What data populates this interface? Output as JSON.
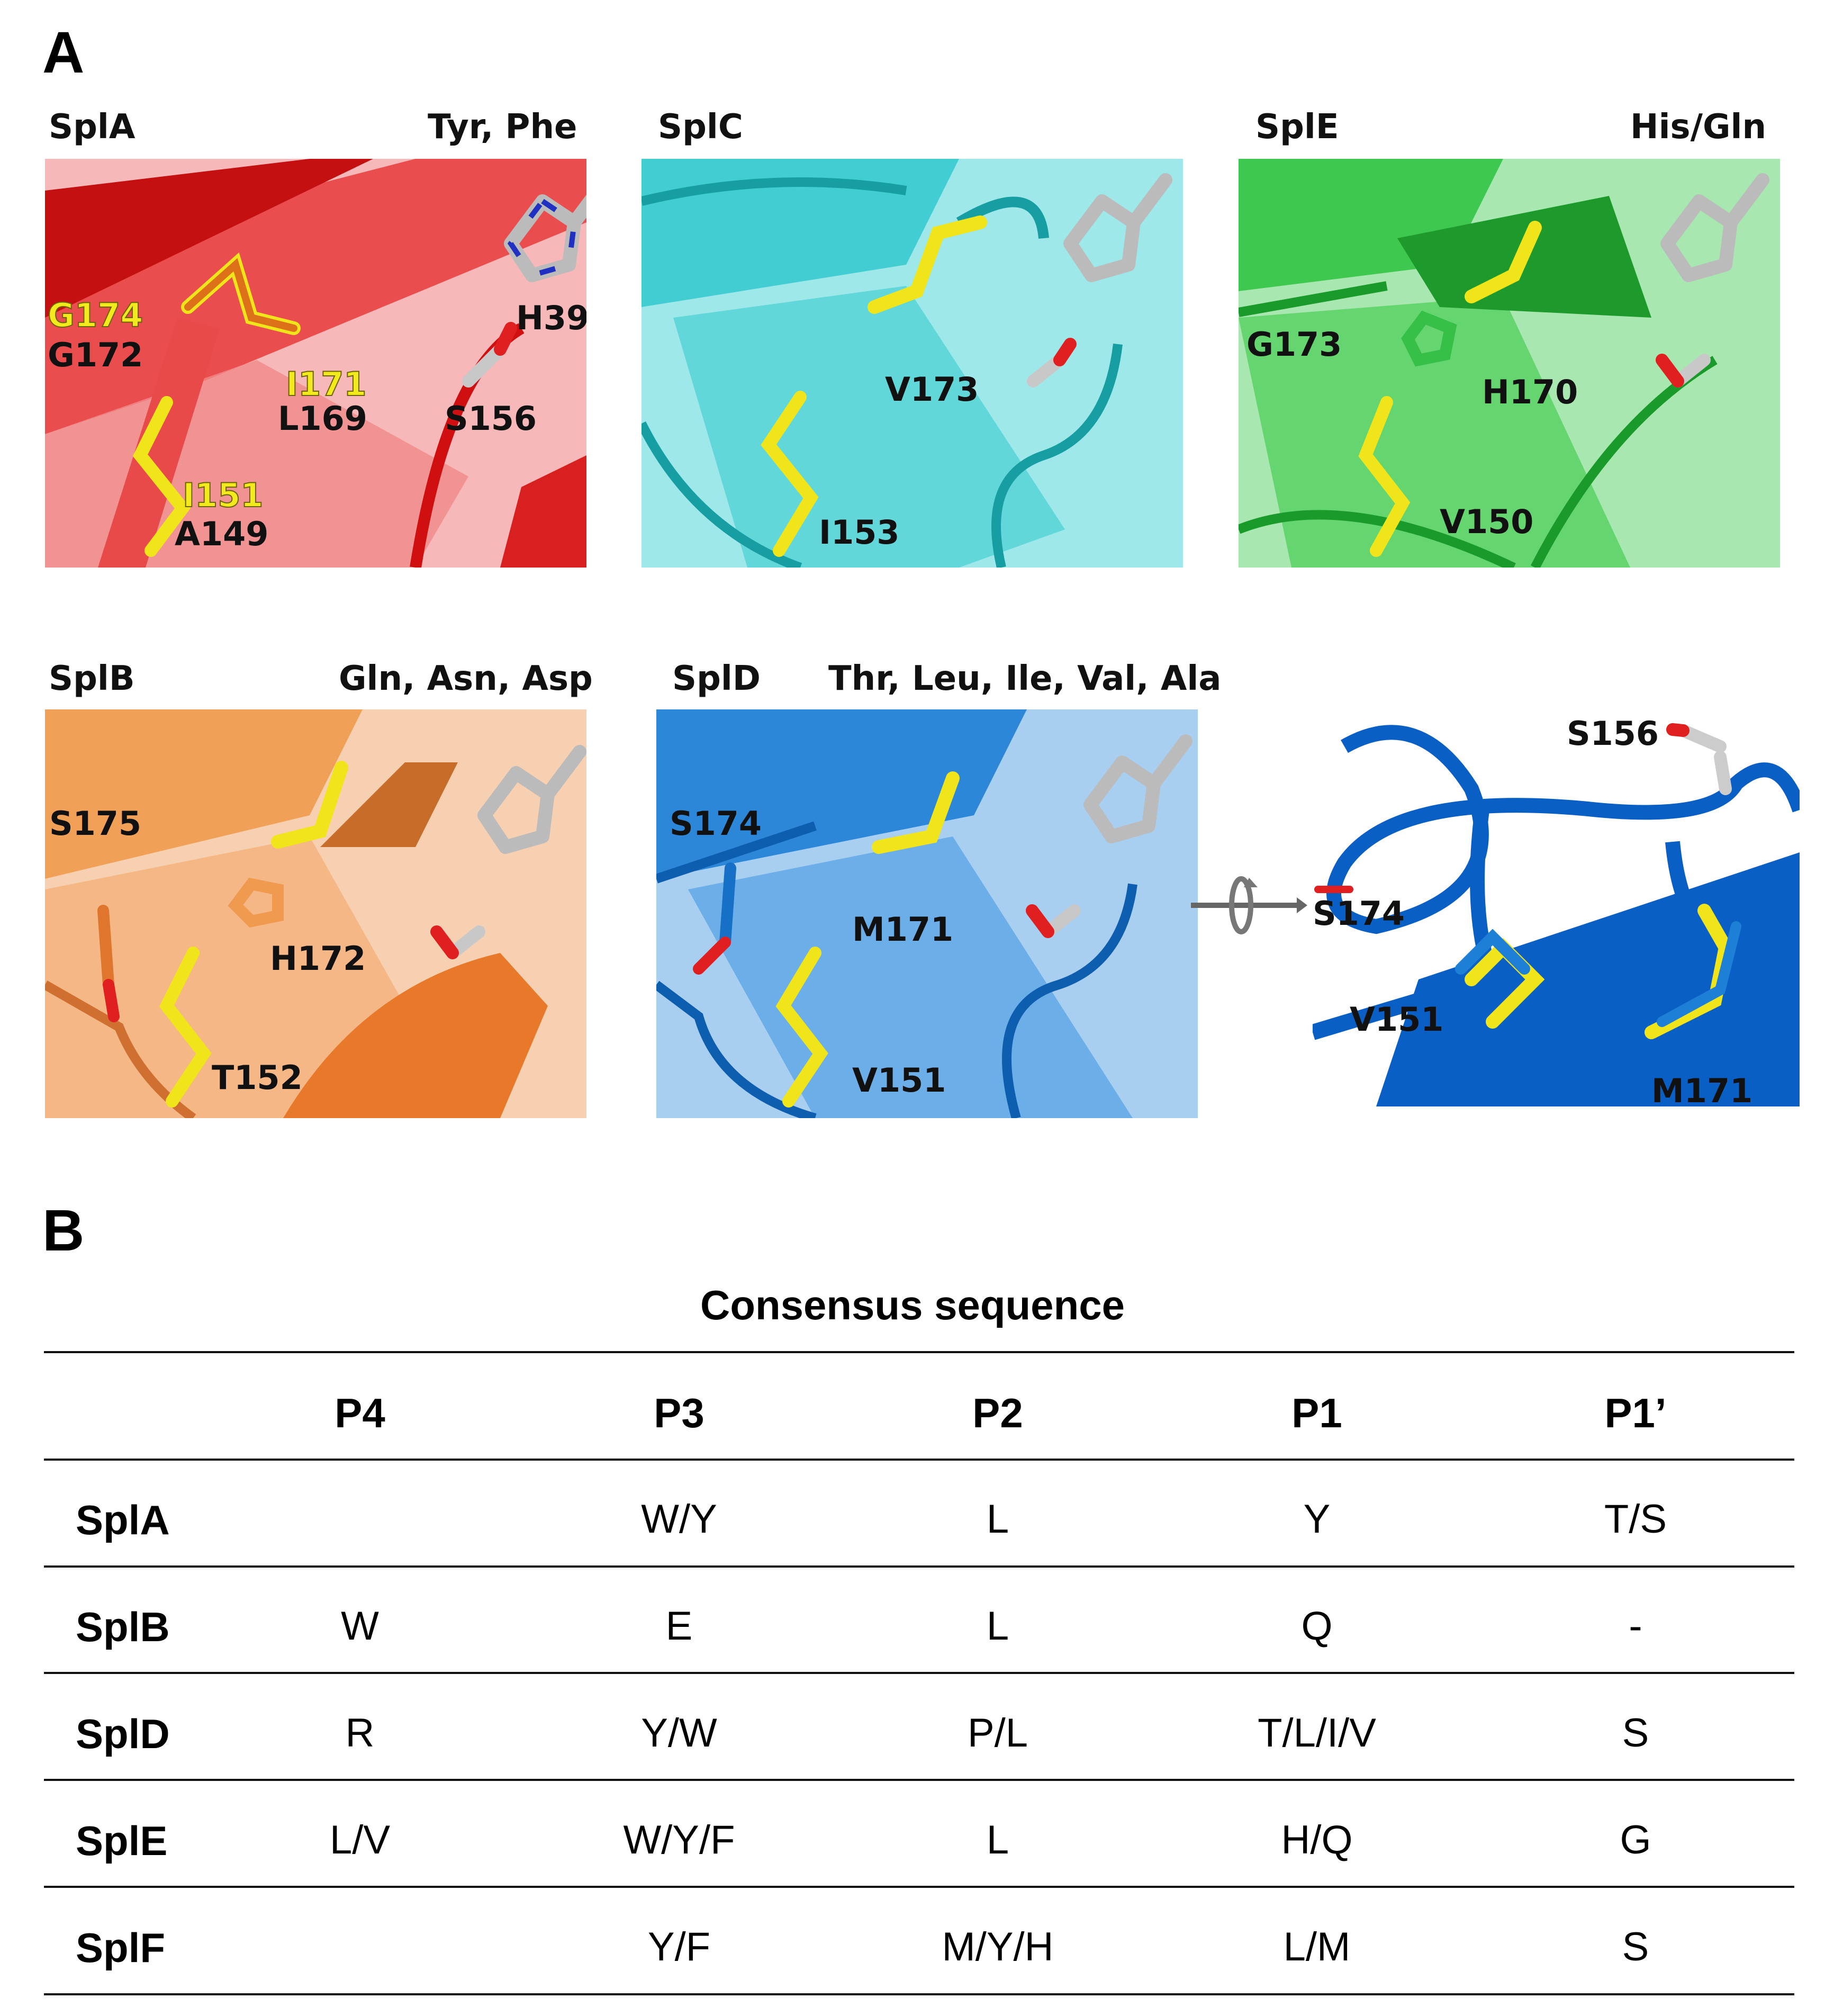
{
  "panel_a": {
    "letter": "A",
    "panels": [
      {
        "name": "SplA",
        "specificity": "Tyr, Phe",
        "residues": [
          "G172",
          "L169",
          "S156",
          "A149",
          "H39"
        ],
        "mutant_residues": [
          "G174",
          "I171",
          "I151"
        ],
        "color": "#e8282b"
      },
      {
        "name": "SplC",
        "specificity": "",
        "residues": [
          "V173",
          "I153"
        ],
        "color": "#1fc4c8"
      },
      {
        "name": "SplE",
        "specificity": "His/Gln",
        "residues": [
          "G173",
          "H170",
          "V150"
        ],
        "color": "#22b83c"
      },
      {
        "name": "SplB",
        "specificity": "Gln, Asn, Asp",
        "residues": [
          "S175",
          "H172",
          "T152"
        ],
        "color": "#f08a38"
      },
      {
        "name": "SplD",
        "specificity": "Thr, Leu, Ile, Val, Ala",
        "residues": [
          "S174",
          "M171",
          "V151"
        ],
        "color": "#1e7fd6"
      },
      {
        "name": "",
        "specificity": "",
        "residues": [
          "S156",
          "S174",
          "V151",
          "M171"
        ],
        "color": "#0a5fc4"
      }
    ]
  },
  "panel_b": {
    "letter": "B",
    "title": "Consensus sequence",
    "columns": [
      "P4",
      "P3",
      "P2",
      "P1",
      "P1’"
    ],
    "rows": [
      {
        "name": "SplA",
        "cells": [
          "",
          "W/Y",
          "L",
          "Y",
          "T/S"
        ]
      },
      {
        "name": "SplB",
        "cells": [
          "W",
          "E",
          "L",
          "Q",
          "-"
        ]
      },
      {
        "name": "SplD",
        "cells": [
          "R",
          "Y/W",
          "P/L",
          "T/L/I/V",
          "S"
        ]
      },
      {
        "name": "SplE",
        "cells": [
          "L/V",
          "W/Y/F",
          "L",
          "H/Q",
          "G"
        ]
      },
      {
        "name": "SplF",
        "cells": [
          "",
          "Y/F",
          "M/Y/H",
          "L/M",
          "S"
        ]
      }
    ]
  }
}
